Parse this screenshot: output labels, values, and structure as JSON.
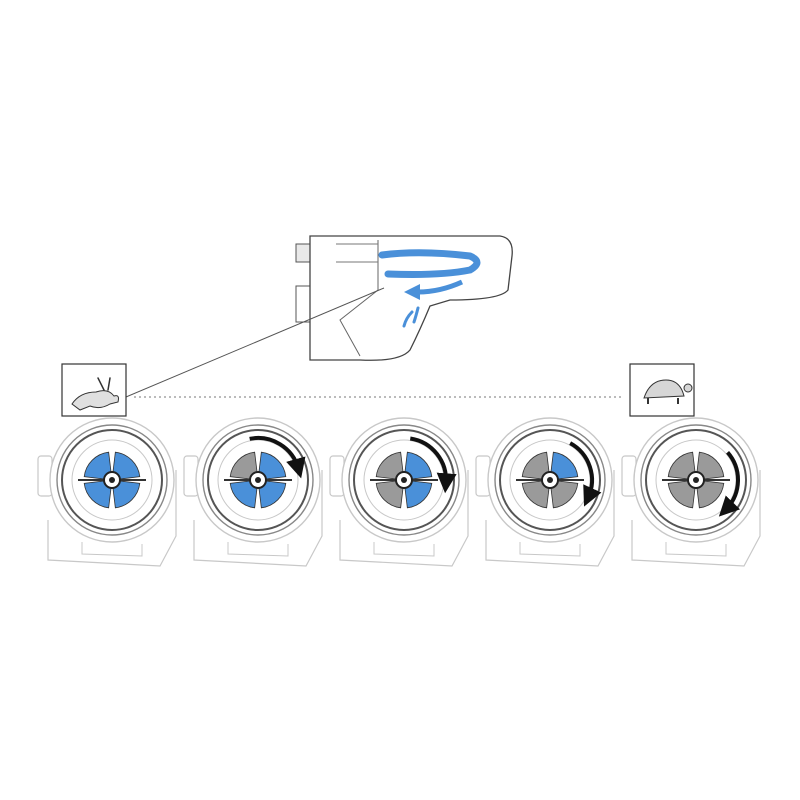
{
  "diagram": {
    "icons": [
      {
        "name": "rabbit-icon",
        "meaning": "fast"
      },
      {
        "name": "turtle-icon",
        "meaning": "slow"
      }
    ],
    "toilet": {
      "flow_indicator": "swirl-arrow",
      "water_color": "#4a90d9"
    },
    "valves": [
      {
        "index": 1,
        "blue_share": 1.0
      },
      {
        "index": 2,
        "blue_share": 0.75
      },
      {
        "index": 3,
        "blue_share": 0.5
      },
      {
        "index": 4,
        "blue_share": 0.25
      },
      {
        "index": 5,
        "blue_share": 0.0
      }
    ],
    "colors": {
      "line": "#333333",
      "blue": "#4a90d9",
      "grey": "#9a9a9a",
      "light": "#c8c8c8"
    }
  }
}
